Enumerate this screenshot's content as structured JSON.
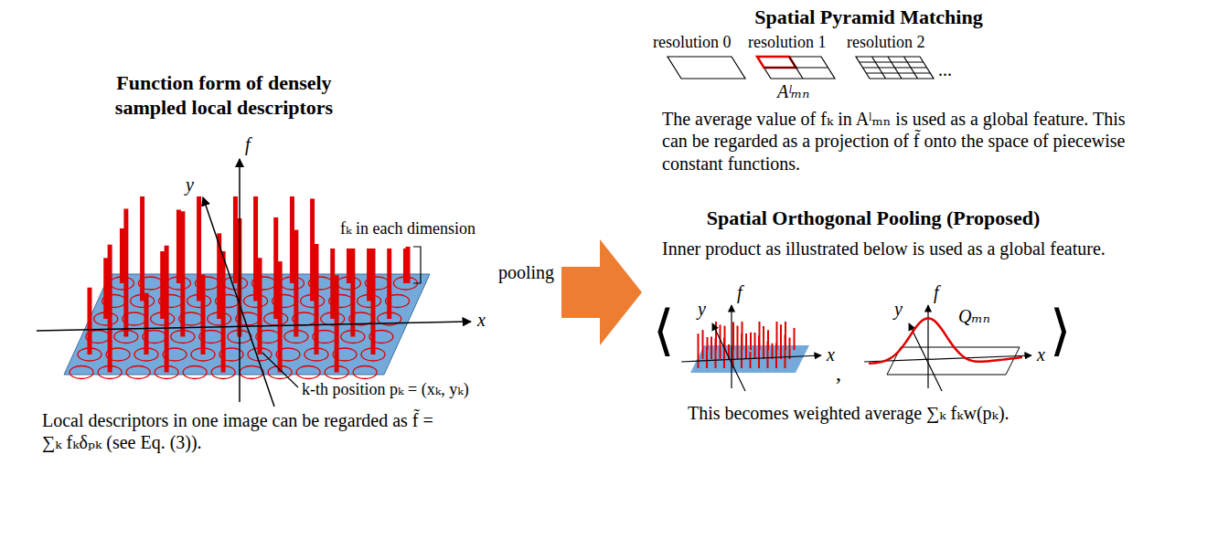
{
  "diagram": {
    "labels": [
      "Function form of densely sampled local descriptors",
      "f",
      "y",
      "x",
      "fₖ in each dimension",
      "k-th position pₖ = (xₖ, yₖ)",
      "Local descriptors in one image can be regarded as f̃ = ∑ₖ fₖδₚₖ (see Eq. (3)).",
      "pooling",
      "Spatial Pyramid Matching",
      "resolution 0",
      "resolution 1",
      "resolution 2",
      "...",
      "Aˡₘₙ",
      "The average value of fₖ in Aˡₘₙ is used as a global feature. This can be regarded as a projection of f̃ onto the space of piecewise constant functions.",
      "Spatial Orthogonal Pooling (Proposed)",
      "Inner product as illustrated below is used as a global feature.",
      "⟨",
      "f",
      "y",
      "x",
      ",",
      "f",
      "y",
      "Qₘₙ",
      "x",
      "⟩",
      "This becomes weighted average ∑ₖ fₖw(pₖ)."
    ]
  }
}
